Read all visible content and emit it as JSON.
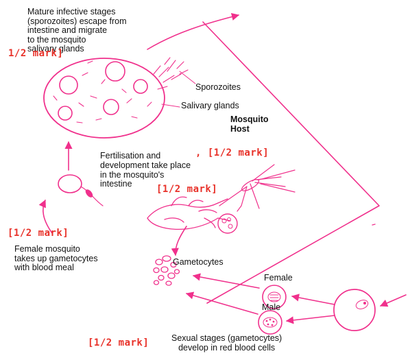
{
  "labels": {
    "mature_stages": "Mature infective stages\n(sporozoites) escape from\nintestine and migrate\nto the mosquito\nsalivary glands",
    "sporozoites": "Sporozoites",
    "salivary_glands": "Salivary glands",
    "mosquito_host": "Mosquito\nHost",
    "fertilisation": "Fertilisation and",
    "fertilisation_rest": "development take place\nin the mosquito's\nintestine",
    "female_mosquito": "Female mosquito\ntakes up gametocytes\nwith blood meal",
    "gametocytes": "Gametocytes",
    "female": "Female",
    "male": "Male",
    "sexual_stages": "Sexual stages (gametocytes)\ndevelop in red blood cells"
  },
  "marks": {
    "m1": "1/2 mark]",
    "m2": ", [1/2 mark]",
    "m3": "[1/2 mark]",
    "m4": "[1/2 mark]",
    "m5": "[1/2 mark]"
  },
  "colors": {
    "diagram": "#f0308c",
    "mark_text": "#e8322a",
    "label_text": "#111111"
  }
}
